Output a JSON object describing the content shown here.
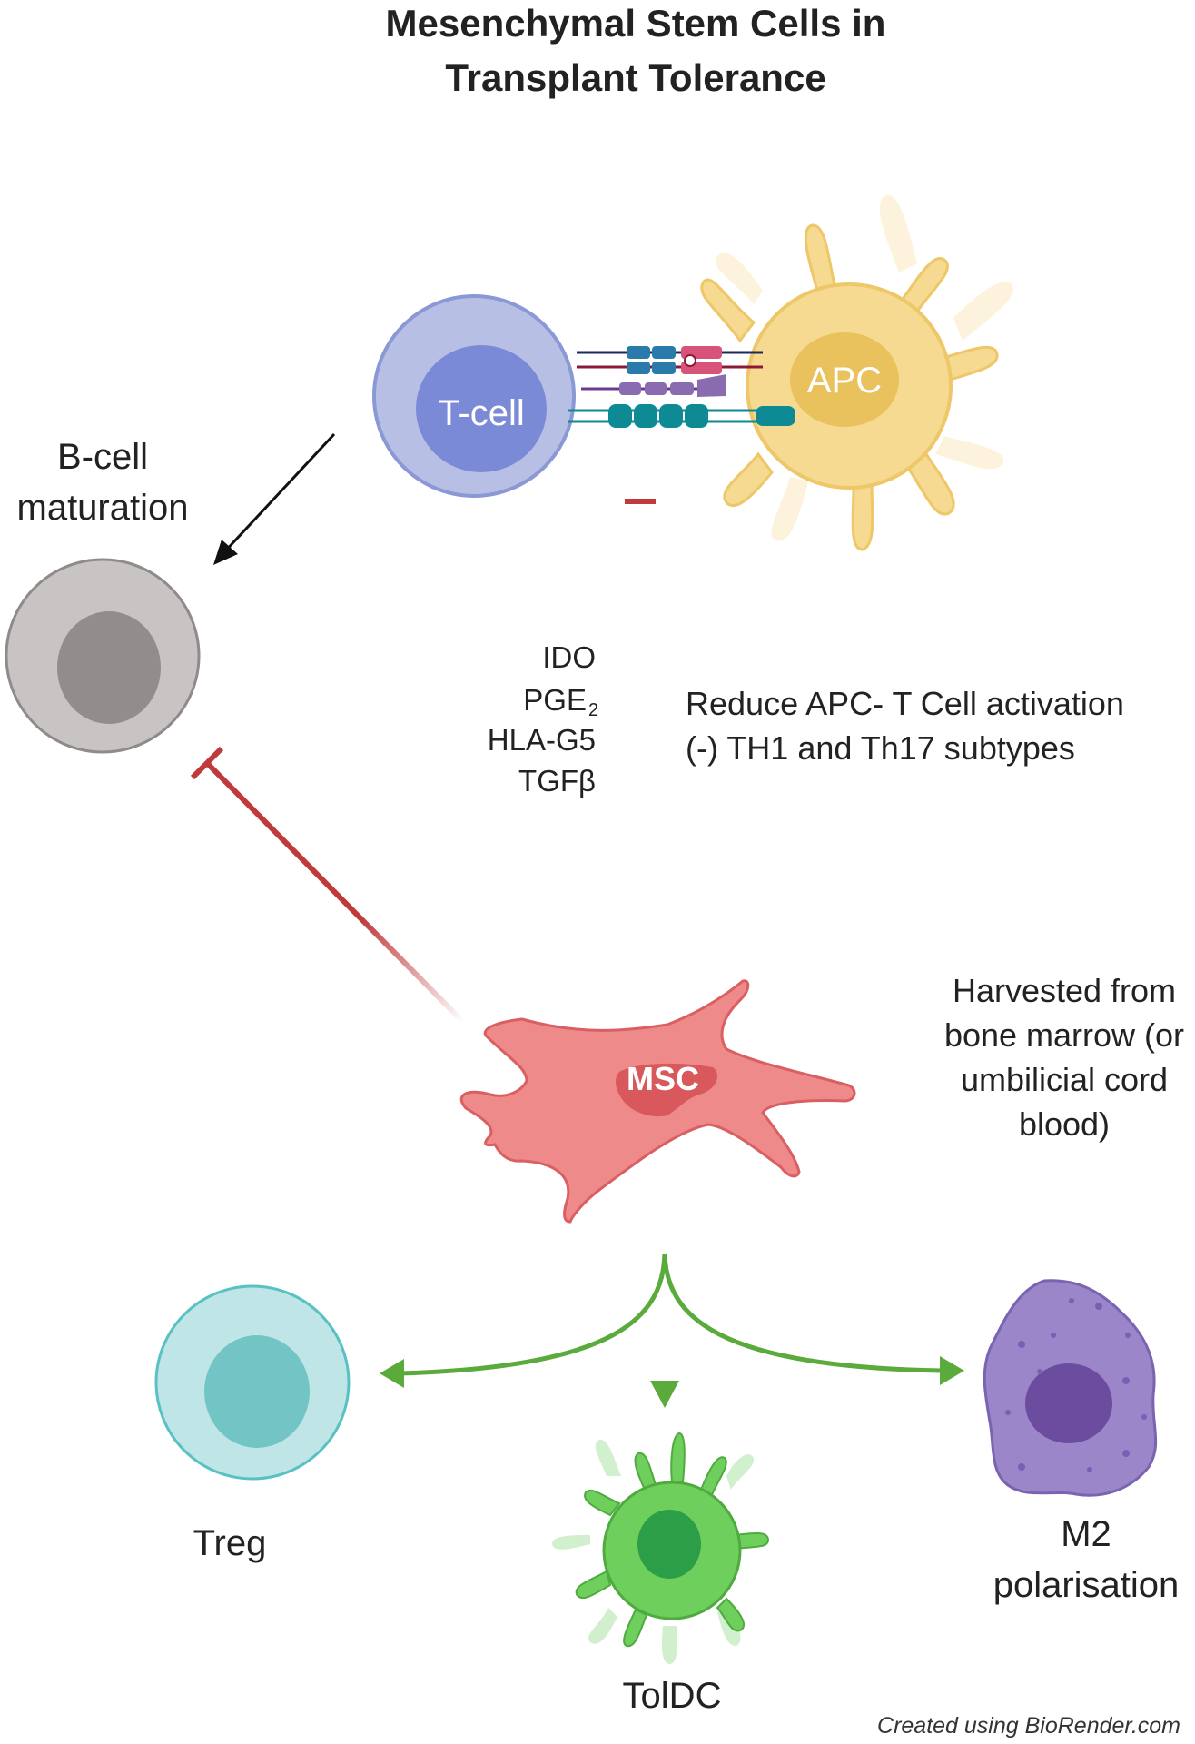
{
  "title": {
    "line1": "Mesenchymal Stem Cells in",
    "line2": "Transplant Tolerance"
  },
  "cells": {
    "tcell": "T-cell",
    "apc": "APC",
    "msc": "MSC"
  },
  "bcell": {
    "line1": "B-cell",
    "line2": "maturation"
  },
  "mediators": {
    "ido": "IDO",
    "pge_base": "PGE",
    "pge_sub": "2",
    "hla": "HLA-G5",
    "tgf": "TGFβ"
  },
  "effect": {
    "line1": "Reduce APC- T Cell activation",
    "line2": "(-) TH1 and Th17 subtypes"
  },
  "source": {
    "line1": "Harvested from",
    "line2": "bone marrow (or",
    "line3": "umbilicial cord",
    "line4": "blood)"
  },
  "outcomes": {
    "treg": "Treg",
    "toldc": "TolDC",
    "m2_line1": "M2",
    "m2_line2": "polarisation"
  },
  "credit": "Created using BioRender.com",
  "colors": {
    "inhibit": "#c0393b",
    "promote": "#5aaa3c",
    "tcell": "#b7c0e4",
    "apc": "#f6da92",
    "msc": "#ef8a8a",
    "bcell": "#c8c4c3",
    "treg": "#bfe5e7",
    "toldc": "#6fcf5d",
    "m2": "#9b86c9"
  }
}
